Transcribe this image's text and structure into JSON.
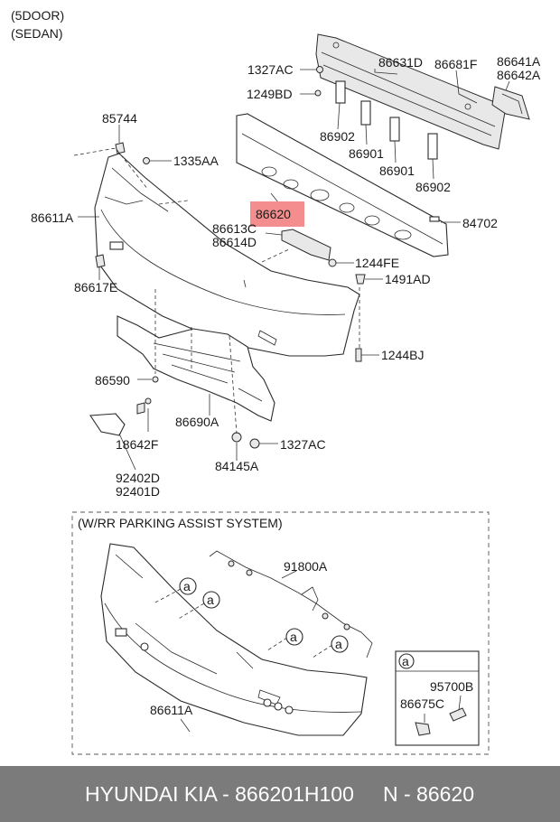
{
  "header": {
    "line1": "(5DOOR)",
    "line2": "(SEDAN)"
  },
  "highlight": {
    "color": "#f48d8d",
    "part": "86620"
  },
  "labels": {
    "c1327ac_top": "1327AC",
    "c86631d": "86631D",
    "c86681f": "86681F",
    "c86641a": "86641A",
    "c86642a": "86642A",
    "c1249bd": "1249BD",
    "c85744": "85744",
    "c86902_a": "86902",
    "c86901_a": "86901",
    "c86901_b": "86901",
    "c86902_b": "86902",
    "c1335aa": "1335AA",
    "c86611a_top": "86611A",
    "c86620": "86620",
    "c84702": "84702",
    "c86613c": "86613C",
    "c86614d": "86614D",
    "c1244fe": "1244FE",
    "c86617e": "86617E",
    "c1491ad": "1491AD",
    "c1244bj": "1244BJ",
    "c86590": "86590",
    "c86690a": "86690A",
    "c18642f": "18642F",
    "c1327ac_bot": "1327AC",
    "c84145a": "84145A",
    "c92402d": "92402D",
    "c92401d": "92401D"
  },
  "inset": {
    "title": "(W/RR PARKING ASSIST SYSTEM)",
    "c91800a": "91800A",
    "c86611a": "86611A",
    "callout": "a",
    "legend_letter": "a",
    "c95700b": "95700B",
    "c86675c": "86675C"
  },
  "footer": {
    "left": "HYUNDAI KIA - 866201H100",
    "right": "N - 86620"
  }
}
